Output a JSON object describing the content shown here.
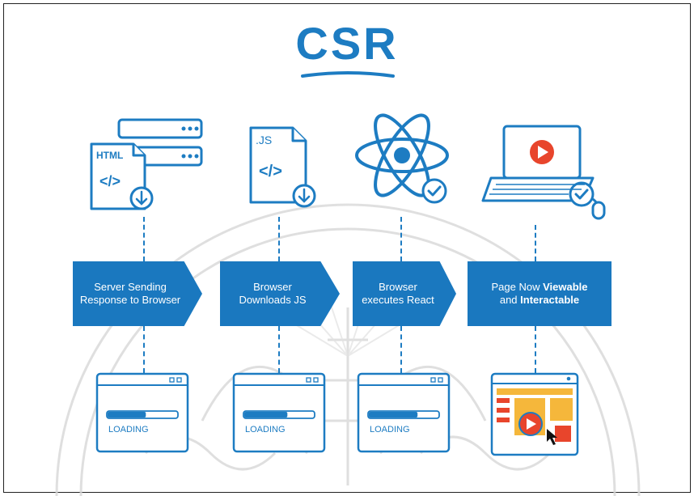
{
  "title": "CSR",
  "icons": {
    "step1_file_label": "HTML",
    "step1_code": "</>",
    "step2_file_label": ".JS",
    "step2_code": "</>"
  },
  "steps": [
    {
      "line1": "Server Sending",
      "line2": "Response to Browser"
    },
    {
      "line1": "Browser",
      "line2": "Downloads JS"
    },
    {
      "line1": "Browser",
      "line2": "executes React"
    },
    {
      "pre": "Page Now ",
      "bold1": "Viewable",
      "line2_pre": "and ",
      "bold2": "Interactable"
    }
  ],
  "windows": [
    {
      "status": "LOADING",
      "progress": 0.55
    },
    {
      "status": "LOADING",
      "progress": 0.62
    },
    {
      "status": "LOADING",
      "progress": 0.7
    }
  ],
  "colors": {
    "accent": "#1d7cc2",
    "arrow": "#1a78bf",
    "play": "#e8452c",
    "panel": "#f5b73b"
  }
}
